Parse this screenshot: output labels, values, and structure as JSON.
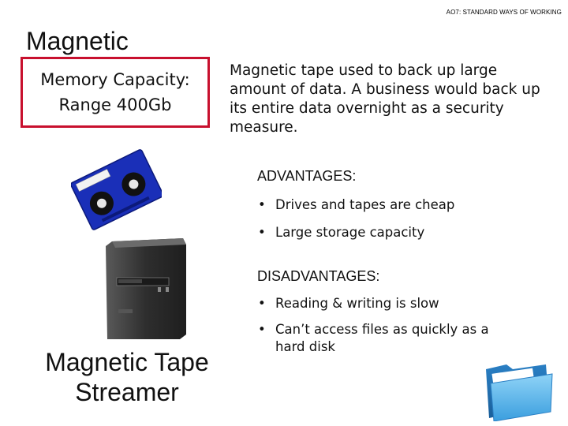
{
  "header": {
    "tag": "AO7: STANDARD WAYS OF WORKING"
  },
  "title": "Magnetic",
  "capacity": {
    "line1": "Memory Capacity:",
    "line2": "Range 400Gb"
  },
  "description": "Magnetic tape used to back up large amount of data. A business would back up its entire data overnight as a security measure.",
  "advantages": {
    "heading": "ADVANTAGES:",
    "items": [
      "Drives and tapes are cheap",
      "Large storage capacity"
    ]
  },
  "disadvantages": {
    "heading": "DISADVANTAGES:",
    "items": [
      "Reading & writing is slow",
      "Can’t access files as quickly as a hard disk"
    ]
  },
  "caption": {
    "line1": "Magnetic Tape",
    "line2": "Streamer"
  },
  "icons": [
    "tape-cartridge-icon",
    "tape-drive-icon",
    "folder-icon"
  ],
  "colors": {
    "box_border": "#c8102e",
    "cartridge": "#1a2fb8",
    "folder": "#4ab0e8"
  }
}
